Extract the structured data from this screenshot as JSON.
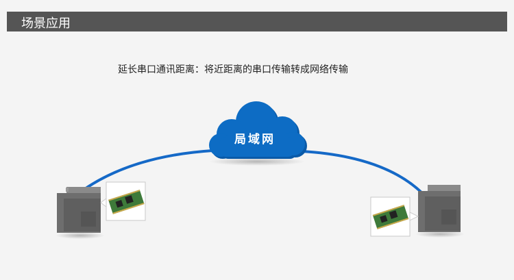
{
  "section": {
    "title": "场景应用"
  },
  "caption": "延长串口通讯距离：将近距离的串口传输转成网络传输",
  "diagram": {
    "cloud_label": "局域网",
    "colors": {
      "cloud": "#0d6cc4",
      "cable": "#1569c7",
      "header": "#555555",
      "pcb": "#3e7a3a"
    },
    "nodes": [
      {
        "name": "left-plc",
        "icon": "plc-device-icon"
      },
      {
        "name": "right-plc",
        "icon": "plc-device-icon"
      }
    ]
  }
}
